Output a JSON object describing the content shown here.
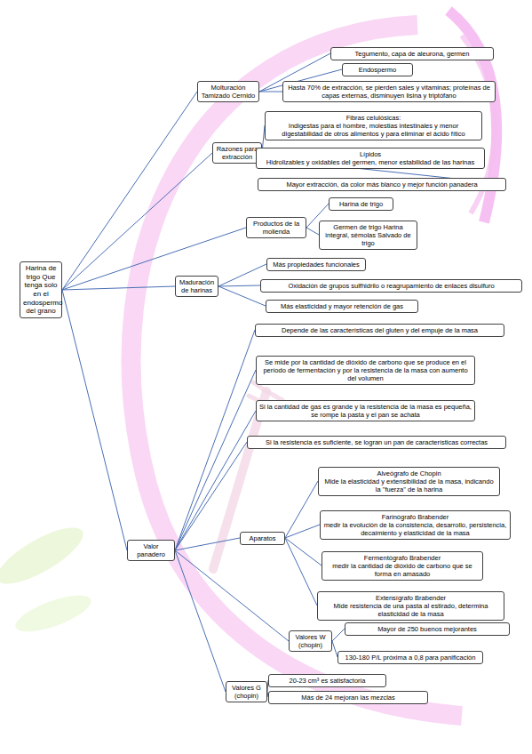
{
  "diagram": {
    "nodes": [
      {
        "text": [
          "Harina de trigo Que tenga solo en el endospermo del grano"
        ]
      },
      {
        "text": [
          "Molturación Tamizado Cernido"
        ]
      },
      {
        "text": [
          "Tegumento, capa de aleurona, germen"
        ]
      },
      {
        "text": [
          "Endospermo"
        ]
      },
      {
        "text": [
          "Hasta 70% de extracción, se pierden sales y vitaminas; proteínas de capas externas, disminuyen lisina y triptófano"
        ]
      },
      {
        "text": [
          "Razones para extracción"
        ]
      },
      {
        "text": [
          "Fibras celulósicas:",
          "Indigestas para el hombre, molestias intestinales y menor digestabilidad de otros alimentos y para eliminar el ácido fítico"
        ]
      },
      {
        "text": [
          "Lípidos",
          "Hidrolizables y oxidables del germen, menor estabilidad de las harinas"
        ]
      },
      {
        "text": [
          "Mayor extracción, da color más blanco y mejor función panadera"
        ]
      },
      {
        "text": [
          "Productos de la molienda"
        ]
      },
      {
        "text": [
          "Harina de trigo"
        ]
      },
      {
        "text": [
          "Germen de trigo Harina integral, sémolas Salvado de trigo"
        ]
      },
      {
        "text": [
          "Maduración de harinas"
        ]
      },
      {
        "text": [
          "Más propiedades funcionales"
        ]
      },
      {
        "text": [
          "Oxidación de grupos sulfhidrilo o reagrupamiento de enlaces disulfuro"
        ]
      },
      {
        "text": [
          "Más elasticidad y mayor retención de gas"
        ]
      },
      {
        "text": [
          "Valor panadero"
        ]
      },
      {
        "text": [
          "Depende de las características del gluten y del empuje de la masa"
        ]
      },
      {
        "text": [
          "Se mide por la cantidad de dióxido de carbono que se produce en el período de fermentación y por la resistencia de la masa con aumento del volumen"
        ]
      },
      {
        "text": [
          "Si la cantidad de gas es grande y la resistencia de la masa es pequeña, se rompe la pasta y el pan se achata"
        ]
      },
      {
        "text": [
          "Si la resistencia es suficiente, se logran un pan de características correctas"
        ]
      },
      {
        "text": [
          "Aparatos"
        ]
      },
      {
        "text": [
          "Alveógrafo de Chopin",
          "Mide la elasticidad y extensibilidad de la masa, indicando la \"fuerza\" de la harina"
        ]
      },
      {
        "text": [
          "Farinógrafo Brabender",
          "medir la evolución de la consistencia, desarrollo, persistencia, decaimiento y elasticidad de la masa"
        ]
      },
      {
        "text": [
          "Fermentógrafo Brabender",
          "medir la cantidad de dióxido de carbono que se forma en amasado"
        ]
      },
      {
        "text": [
          "Extensígrafo Brabender",
          "Mide resistencia de una pasta al estirado, determina elasticidad de la masa"
        ]
      },
      {
        "text": [
          "Valores W (chopin)"
        ]
      },
      {
        "text": [
          "Mayor de 250 buenos mejorantes"
        ]
      },
      {
        "text": [
          "130-180 P/L próxima a 0,8 para panificación"
        ]
      },
      {
        "text": [
          "Valores G (chopin)"
        ]
      },
      {
        "text": [
          "20-23 cm³ es satisfactoria"
        ]
      },
      {
        "text": [
          "Más de 24 mejoran las mezclas"
        ]
      }
    ],
    "edges": [
      {
        "from": 0,
        "to": 1,
        "arrow": "none"
      },
      {
        "from": 0,
        "to": 5,
        "arrow": "none"
      },
      {
        "from": 0,
        "to": 9,
        "arrow": "none"
      },
      {
        "from": 0,
        "to": 12,
        "arrow": "none"
      },
      {
        "from": 0,
        "to": 16,
        "arrow": "none"
      },
      {
        "from": 1,
        "to": 2,
        "arrow": "none"
      },
      {
        "from": 1,
        "to": 3,
        "arrow": "none"
      },
      {
        "from": 1,
        "to": 4,
        "arrow": "none"
      },
      {
        "from": 5,
        "to": 6,
        "arrow": "none"
      },
      {
        "from": 5,
        "to": 7,
        "arrow": "none"
      },
      {
        "from": 5,
        "to": 8,
        "arrow": "none"
      },
      {
        "from": 9,
        "to": 10,
        "arrow": "none"
      },
      {
        "from": 9,
        "to": 11,
        "arrow": "none"
      },
      {
        "from": 12,
        "to": 13,
        "arrow": "none"
      },
      {
        "from": 12,
        "to": 14,
        "arrow": "none"
      },
      {
        "from": 12,
        "to": 15,
        "arrow": "none"
      },
      {
        "from": 16,
        "to": 17,
        "arrow": "none"
      },
      {
        "from": 16,
        "to": 18,
        "arrow": "none"
      },
      {
        "from": 16,
        "to": 19,
        "arrow": "none"
      },
      {
        "from": 16,
        "to": 20,
        "arrow": "none"
      },
      {
        "from": 16,
        "to": 21,
        "arrow": "none"
      },
      {
        "from": 16,
        "to": 26,
        "arrow": "none"
      },
      {
        "from": 16,
        "to": 29,
        "arrow": "none"
      },
      {
        "from": 21,
        "to": 22,
        "arrow": "none"
      },
      {
        "from": 21,
        "to": 23,
        "arrow": "none"
      },
      {
        "from": 21,
        "to": 24,
        "arrow": "none"
      },
      {
        "from": 21,
        "to": 25,
        "arrow": "none"
      },
      {
        "from": 26,
        "to": 27,
        "arrow": "none"
      },
      {
        "from": 26,
        "to": 28,
        "arrow": "none"
      },
      {
        "from": 29,
        "to": 30,
        "arrow": "none"
      },
      {
        "from": 29,
        "to": 31,
        "arrow": "none"
      }
    ]
  }
}
